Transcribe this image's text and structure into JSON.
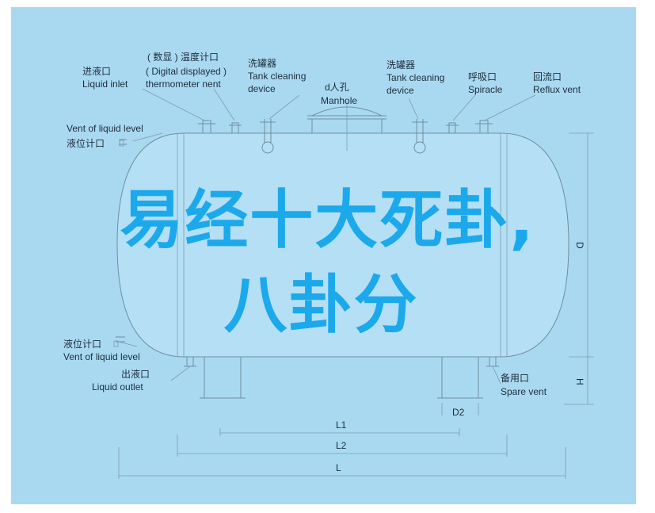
{
  "diagram": {
    "labels": {
      "liquid_inlet_cn": "进液口",
      "liquid_inlet_en": "Liquid inlet",
      "thermo_cn": "( 数显 ) 温度计口",
      "thermo_en_1": "( Digital displayed )",
      "thermo_en_2": "thermometer nent",
      "tank_clean1_cn": "洗罐器",
      "tank_clean1_en_1": "Tank cleaning",
      "tank_clean1_en_2": "device",
      "manhole_cn": "d人孔",
      "manhole_en": "Manhole",
      "tank_clean2_cn": "洗罐器",
      "tank_clean2_en_1": "Tank cleaning",
      "tank_clean2_en_2": "device",
      "spiracle_cn": "呼吸口",
      "spiracle_en": "Spiracle",
      "reflux_cn": "回流口",
      "reflux_en": "Reflux vent",
      "vent_level_top_en": "Vent of liquid level",
      "vent_level_top_cn": "液位计口",
      "vent_level_bot_cn": "液位计口",
      "vent_level_bot_en": "Vent of liquid level",
      "outlet_cn": "出液口",
      "outlet_en": "Liquid outlet",
      "spare_cn": "备用口",
      "spare_en": "Spare vent"
    },
    "dimensions": {
      "d": "D",
      "h": "H",
      "d2": "D2",
      "l1": "L1",
      "l2": "L2",
      "l": "L"
    }
  },
  "overlay": {
    "line1": "易经十大死卦,",
    "line2": "八卦分"
  },
  "colors": {
    "background": "#a9d9f1",
    "overlay_text": "#1ba9ec",
    "drawing_line": "#6f8ea0"
  }
}
